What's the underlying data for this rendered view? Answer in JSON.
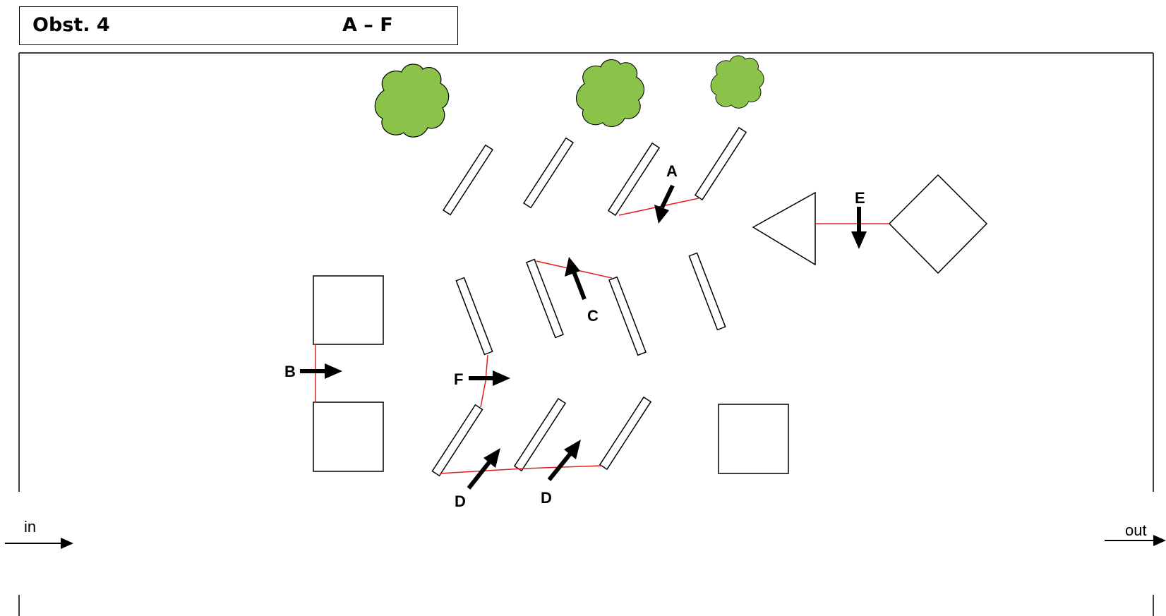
{
  "header": {
    "obstacle": "Obst. 4",
    "range": "A – F"
  },
  "labels": {
    "A": "A",
    "B": "B",
    "C": "C",
    "D1": "D",
    "D2": "D",
    "E": "E",
    "F": "F"
  },
  "entry": {
    "in": "in",
    "out": "out"
  },
  "colors": {
    "line": "#000000",
    "red_marker": "#e02020",
    "tree_fill": "#8bc34a"
  }
}
